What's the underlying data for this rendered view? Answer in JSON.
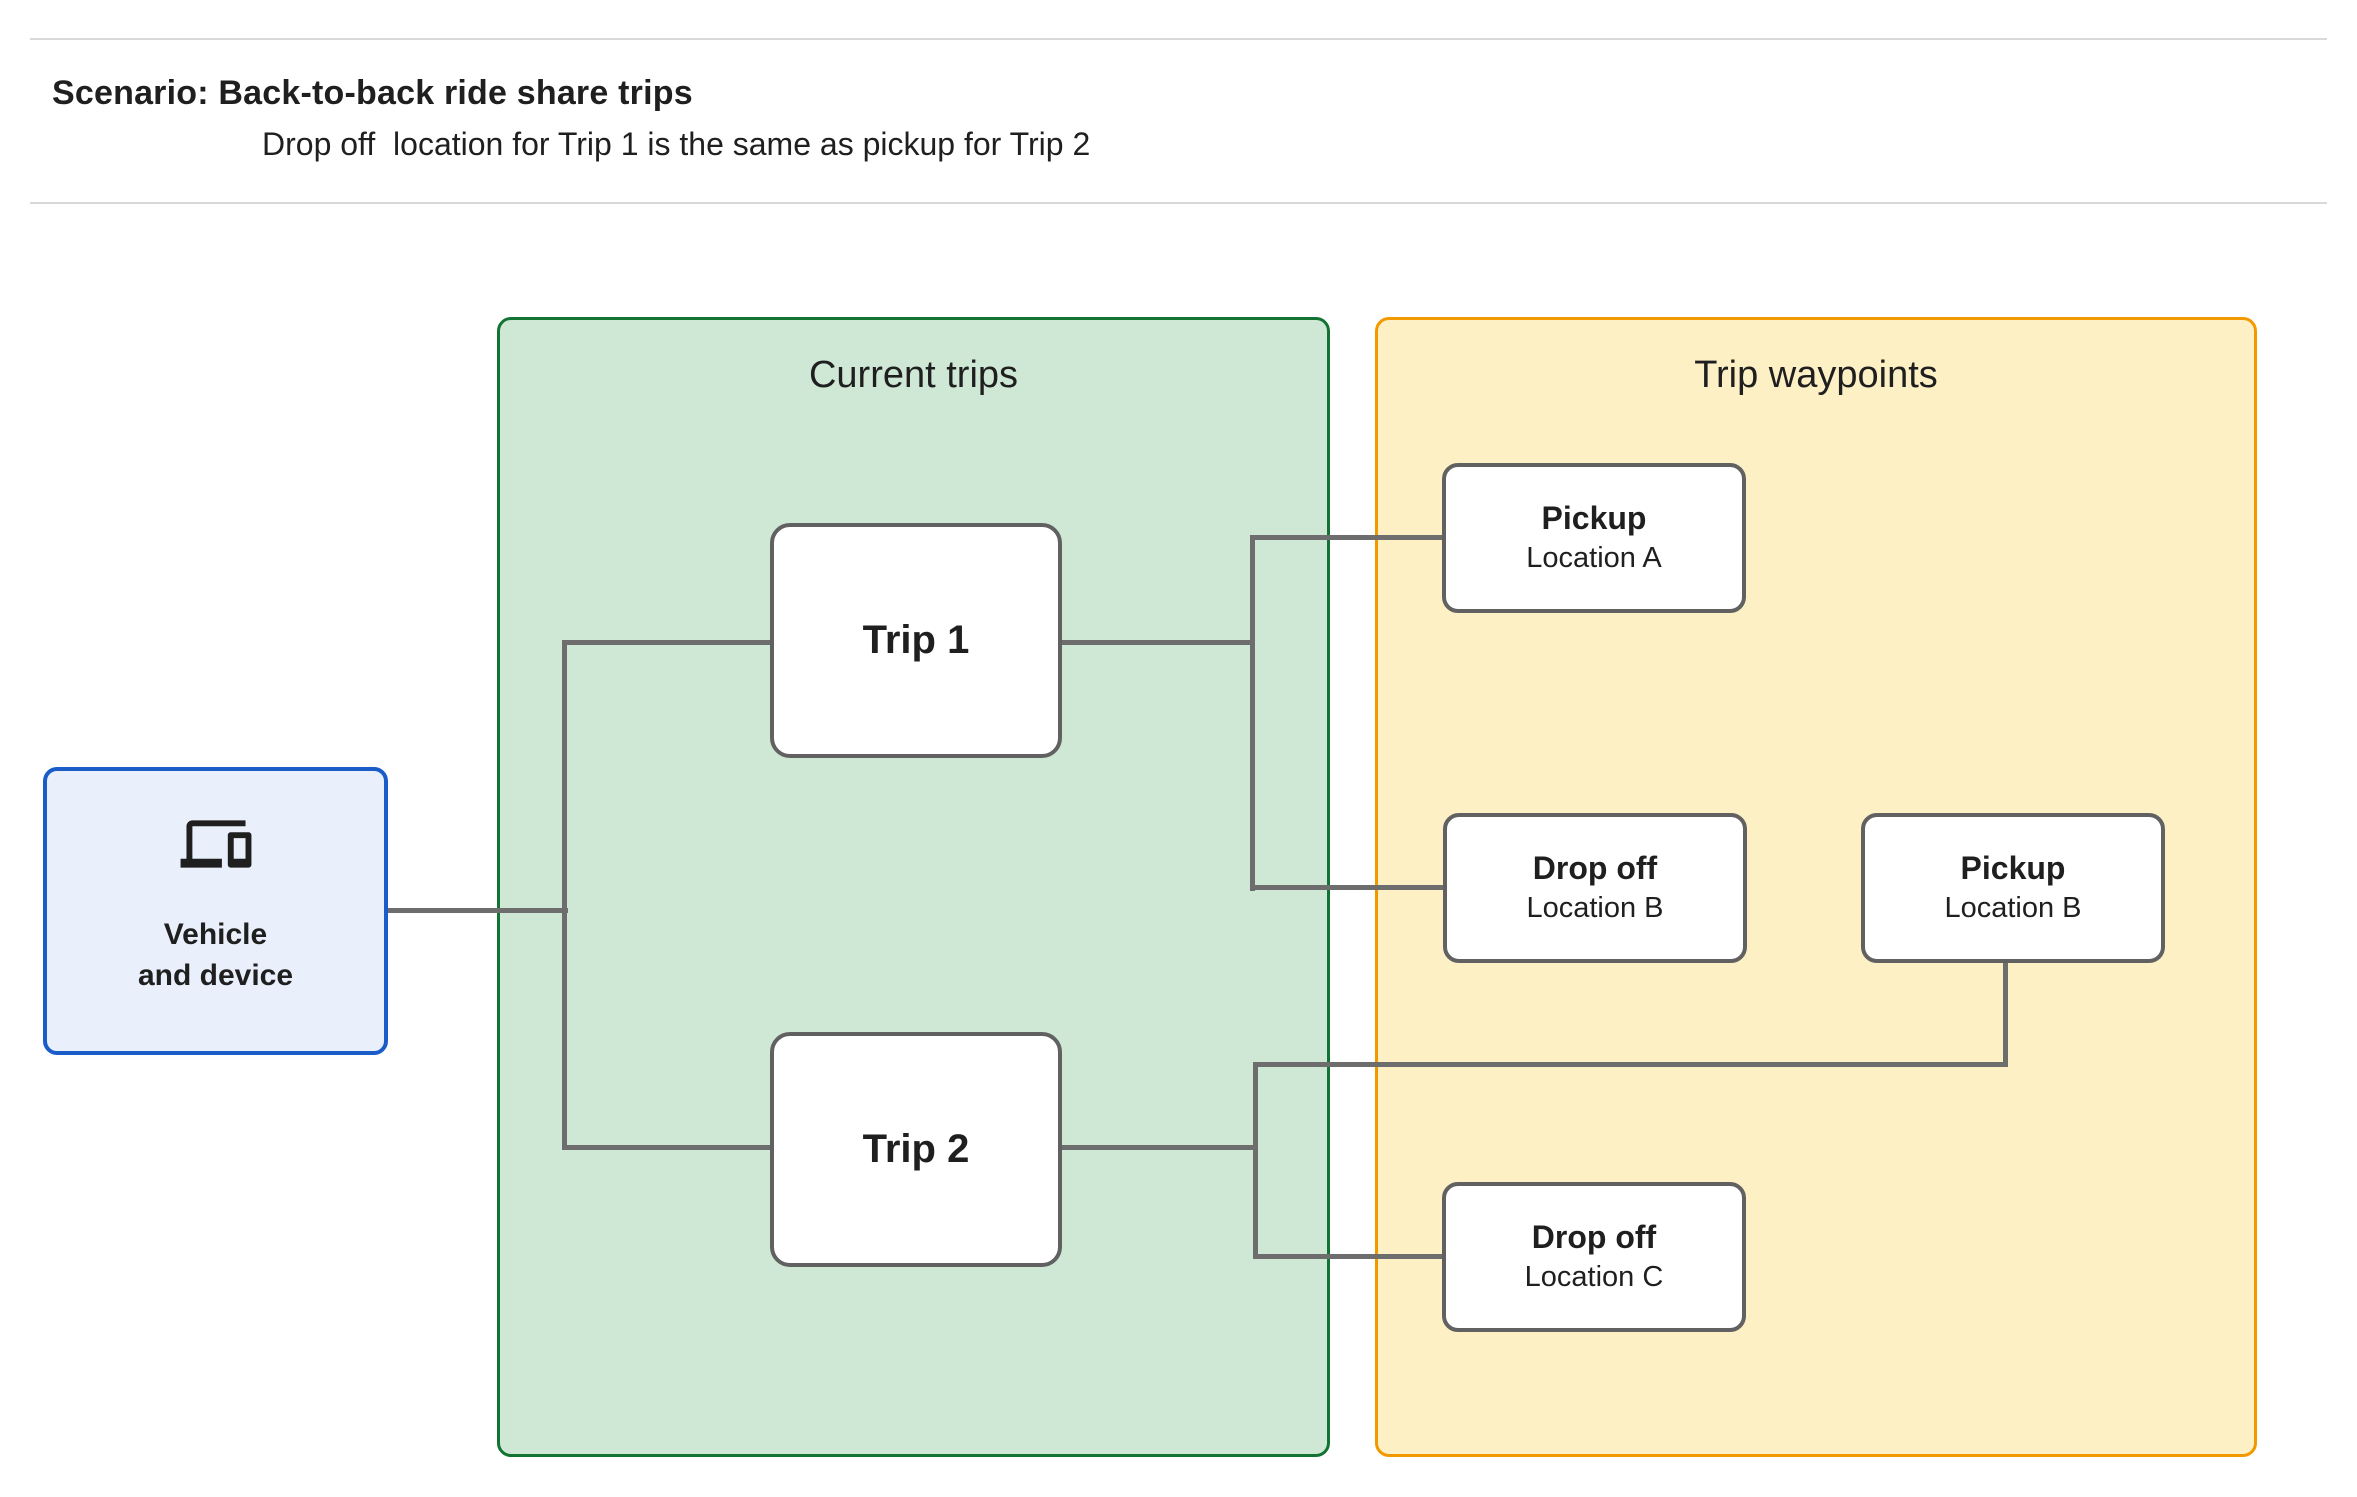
{
  "header": {
    "title": "Scenario: Back-to-back ride share trips",
    "subtitle": "Drop off  location for Trip 1 is the same as pickup for Trip 2"
  },
  "device_node": {
    "icon": "devices-icon",
    "label_line1": "Vehicle",
    "label_line2": "and device"
  },
  "panels": {
    "current_trips": {
      "title": "Current trips"
    },
    "trip_waypoints": {
      "title": "Trip waypoints"
    }
  },
  "trips": [
    {
      "label": "Trip 1"
    },
    {
      "label": "Trip 2"
    }
  ],
  "waypoints": [
    {
      "type": "Pickup",
      "location": "Location A"
    },
    {
      "type": "Drop off",
      "location": "Location B"
    },
    {
      "type": "Pickup",
      "location": "Location B"
    },
    {
      "type": "Drop off",
      "location": "Location C"
    }
  ],
  "connections": [
    "Vehicle and device -> Trip 1",
    "Vehicle and device -> Trip 2",
    "Trip 1 -> Pickup Location A",
    "Trip 1 -> Drop off Location B",
    "Trip 2 -> Pickup Location B",
    "Trip 2 -> Drop off Location C"
  ],
  "colors": {
    "green_fill": "#CFE8D6",
    "green_border": "#137333",
    "yellow_fill": "#FDF0C5",
    "yellow_border": "#F29900",
    "blue_fill": "#E9EFFB",
    "blue_border": "#1A5CC8",
    "node_border": "#616161",
    "connector": "#6D6D6D",
    "text": "#1F1F1F",
    "divider": "#D9D9D9"
  }
}
